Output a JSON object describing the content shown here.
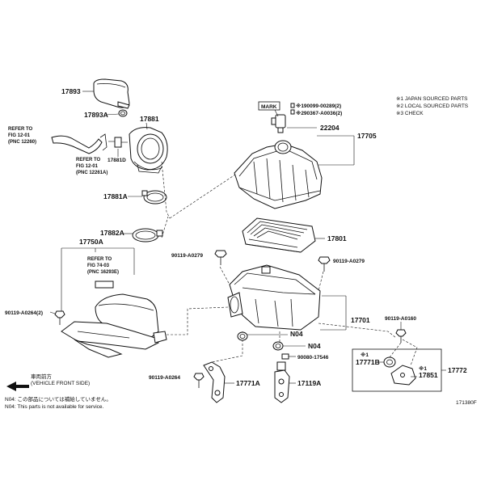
{
  "parts": {
    "p17893": "17893",
    "p17893A": "17893A",
    "p17881": "17881",
    "p17881D": "17881D",
    "p17881A": "17881A",
    "p17882A": "17882A",
    "p17750A": "17750A",
    "p90119_A0264": "90119-A0264(2)",
    "p90119_A0279_left": "90119-A0279",
    "p90119_A0279_right": "90119-A0279",
    "p17705": "17705",
    "p22204": "22204",
    "p17801": "17801",
    "p17701": "17701",
    "pN04_a": "N04",
    "pN04_b": "N04",
    "p90080_17546": "90080-17546",
    "p90119_A0160": "90119-A0160",
    "p90119_A0264_b": "90119-A0264",
    "p17771A": "17771A",
    "p17119A": "17119A",
    "p17771B": "17771B",
    "p17851": "17851",
    "p17772": "17772",
    "mark_label": "MARK",
    "hw1": "※190099-00289(2)",
    "hw2": "※290367-A0036(2)",
    "box_star1": "※1",
    "box_star2": "※1"
  },
  "refs": {
    "r1_l1": "REFER TO",
    "r1_l2": "FIG 12-01",
    "r1_l3": "(PNC 12260)",
    "r2_l1": "REFER TO",
    "r2_l2": "FIG 12-01",
    "r2_l3": "(PNC 12261A)",
    "r3_l1": "REFER TO",
    "r3_l2": "FIG 74-03",
    "r3_l3": "(PNC 16293E)"
  },
  "legend": {
    "l1": "※1 JAPAN SOURCED PARTS",
    "l2": "※2 LOCAL SOURCED PARTS",
    "l3": "※3 CHECK"
  },
  "footer": {
    "front_jp": "車両前方",
    "front_en": "(VEHICLE FRONT SIDE)",
    "note_jp": "N04: この部品については補給していません。",
    "note_en": "N04: This parts is not available for service.",
    "fig_code": "171380F"
  }
}
